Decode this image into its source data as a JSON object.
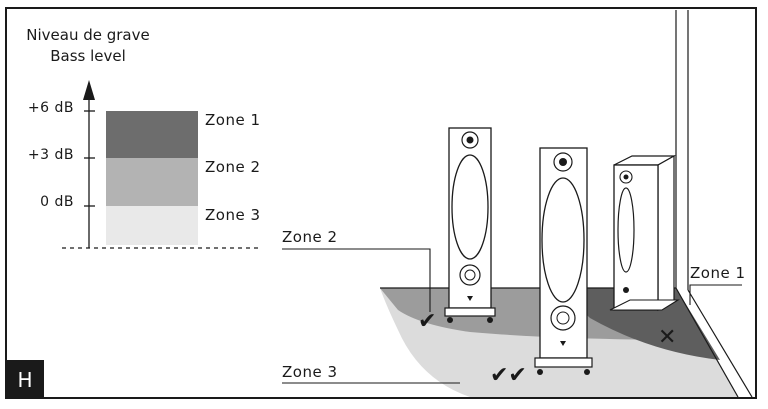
{
  "axis_title_fr": "Niveau de grave",
  "axis_title_en": "Bass level",
  "scale_labels": [
    "+6 dB",
    "+3 dB",
    "0 dB"
  ],
  "legend_zones": [
    "Zone 1",
    "Zone 2",
    "Zone 3"
  ],
  "scene_labels": {
    "zone2": "Zone 2",
    "zone3": "Zone 3",
    "zone1": "Zone 1"
  },
  "marks": {
    "good": "✔",
    "best": "✔✔",
    "bad": "✕"
  },
  "figure_letter": "H",
  "colors": {
    "zone1": "#6d6d6d",
    "zone2": "#b3b3b3",
    "zone3": "#e9e9e9",
    "floor_dark": "#5e5e5e",
    "floor_mid": "#9c9c9c",
    "floor_light": "#dcdcdc",
    "badge": "#1a1a1a"
  }
}
